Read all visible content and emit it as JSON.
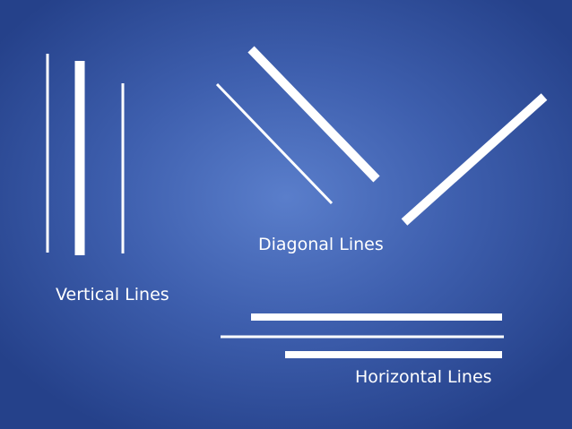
{
  "slide": {
    "background": "#3e5fae",
    "line_color": "#ffffff",
    "labels": {
      "diagonal": "Diagonal Lines",
      "vertical": "Vertical Lines",
      "horizontal": "Horizontal Lines"
    }
  }
}
